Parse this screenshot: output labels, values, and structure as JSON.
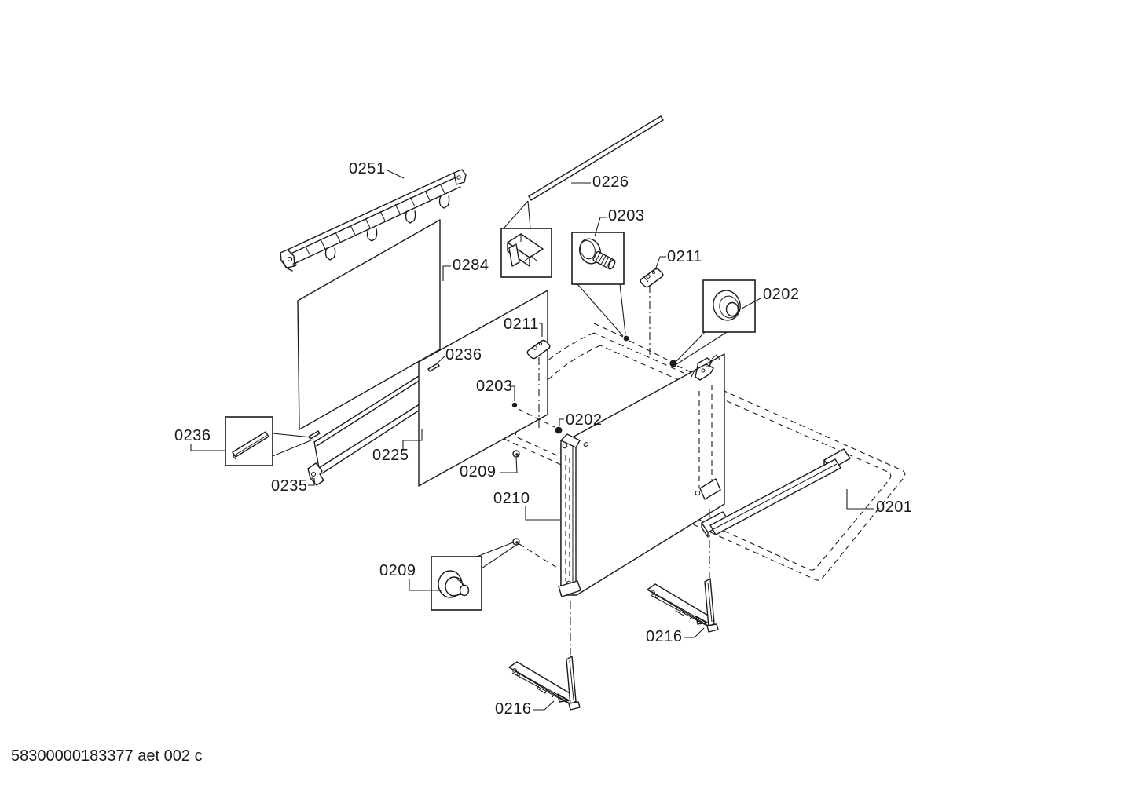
{
  "page": {
    "background": "#ffffff",
    "line_color": "#1b1b1b"
  },
  "footer": {
    "doc_code": "58300000183377 aet 002 c"
  },
  "diagram": {
    "type": "exploded-parts-diagram",
    "part_numbers": [
      "0201",
      "0202",
      "0203",
      "0209",
      "0210",
      "0211",
      "0216",
      "0225",
      "0226",
      "0235",
      "0236",
      "0251",
      "0284"
    ],
    "labels": {
      "l0251": "0251",
      "l0226": "0226",
      "l0203_top": "0203",
      "l0211_right": "0211",
      "l0202_box": "0202",
      "l0284": "0284",
      "l0211_mid": "0211",
      "l0236_mid": "0236",
      "l0203_mid": "0203",
      "l0202_mid": "0202",
      "l0236_box": "0236",
      "l0225": "0225",
      "l0235": "0235",
      "l0209_top": "0209",
      "l0210": "0210",
      "l0201": "0201",
      "l0209_box": "0209",
      "l0216_right": "0216",
      "l0216_bottom": "0216"
    }
  }
}
